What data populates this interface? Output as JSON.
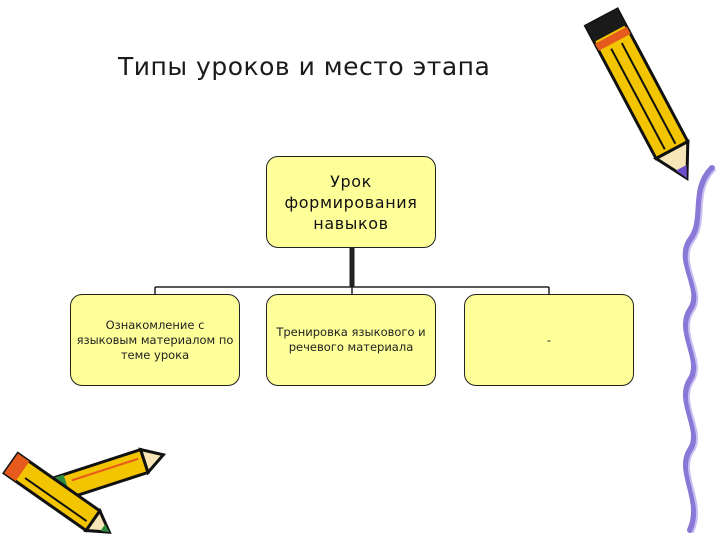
{
  "slide": {
    "title": "Типы уроков и место этапа"
  },
  "diagram": {
    "root": {
      "label": "Урок формирования навыков"
    },
    "children": [
      {
        "label": "Ознакомление с языковым материалом по теме урока"
      },
      {
        "label": "Тренировка языкового и речевого материала"
      },
      {
        "label": "-"
      }
    ]
  },
  "colors": {
    "box_fill": "#ffff99",
    "box_border": "#222222",
    "pencil_body": "#f2c500",
    "pencil_stripe": "#e65a1e"
  },
  "icons": [
    "pencil-icon",
    "crossed-pencils-icon",
    "wavy-border-decoration"
  ]
}
